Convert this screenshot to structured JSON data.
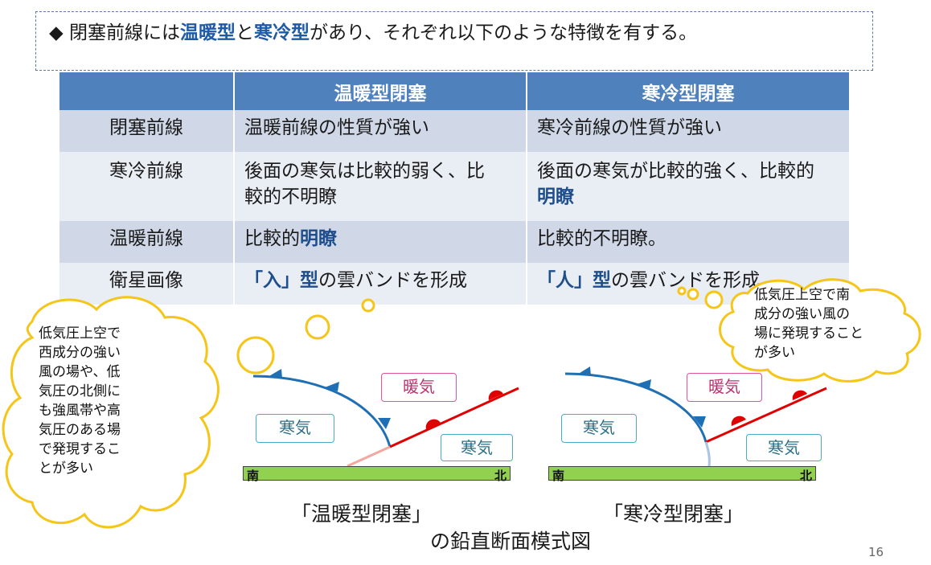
{
  "header": {
    "bullet": "◆",
    "t1": "閉塞前線には",
    "k1": "温暖型",
    "t2": "と",
    "k2": "寒冷型",
    "t3": "があり、それぞれ以下のような特徴を有する。"
  },
  "table": {
    "col_warm": "温暖型閉塞",
    "col_cold": "寒冷型閉塞",
    "rows": [
      {
        "label": "閉塞前線",
        "warm": "温暖前線の性質が強い",
        "cold": "寒冷前線の性質が強い"
      },
      {
        "label": "寒冷前線",
        "warm": "後面の寒気は比較的弱く、比較的不明瞭",
        "cold_a": "後面の寒気が比較的強く、比較的",
        "cold_b": "明瞭"
      },
      {
        "label": "温暖前線",
        "warm_a": "比較的",
        "warm_b": "明瞭",
        "cold": "比較的不明瞭。"
      },
      {
        "label": "衛星画像",
        "warm_a": "「入」型",
        "warm_b": "の雲バンドを形成",
        "cold_a": "「人」型",
        "cold_b": "の雲バンドを形成"
      }
    ]
  },
  "left_cloud": "低気圧上空で\n西成分の強い\n風の場や、低\n気圧の北側に\nも強風帯や高\n気圧のある場\nで発現するこ\nとが多い",
  "right_cloud": "低気圧上空で南\n成分の強い風の\n場に発現すること\nが多い",
  "diagram": {
    "cold_air": "寒気",
    "warm_air": "暖気",
    "south": "南",
    "north": "北",
    "caption_warm": "「温暖型閉塞」",
    "caption_cold": "「寒冷型閉塞」",
    "caption_sub": "の鉛直断面模式図"
  },
  "page_number": "16"
}
